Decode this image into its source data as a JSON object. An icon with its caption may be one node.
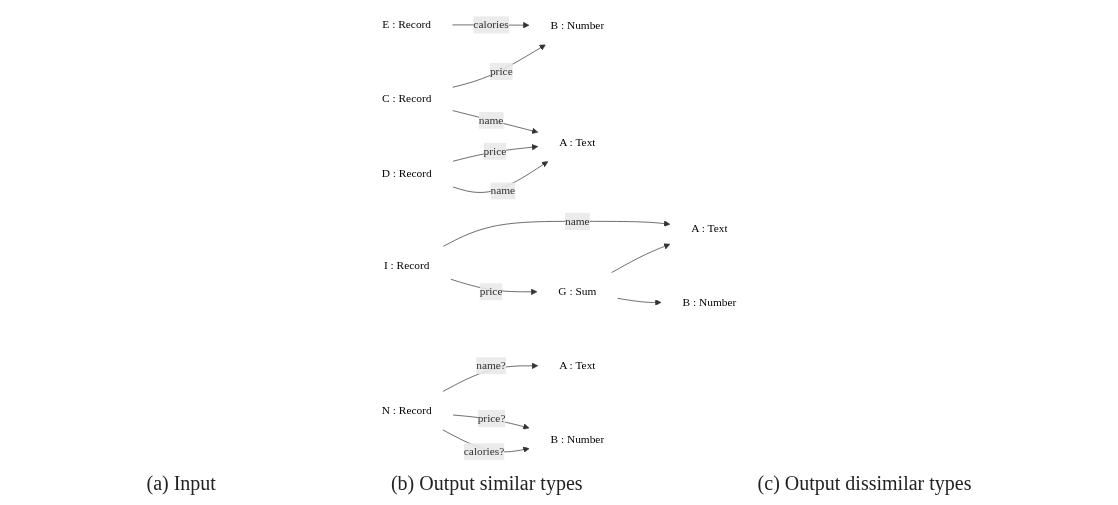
{
  "diagram": {
    "nodes": [
      {
        "text": [
          "E : Record"
        ]
      },
      {
        "text": [
          "B : Number"
        ]
      },
      {
        "text": [
          "C : Record"
        ]
      },
      {
        "text": [
          "A : Text"
        ]
      },
      {
        "text": [
          "D : Record"
        ]
      },
      {
        "text": [
          "A : Text"
        ]
      },
      {
        "text": [
          "I : Record"
        ]
      },
      {
        "text": [
          "G : Sum"
        ]
      },
      {
        "text": [
          "B : Number"
        ]
      },
      {
        "text": [
          "A : Text"
        ]
      },
      {
        "text": [
          "N : Record"
        ]
      },
      {
        "text": [
          "B : Number"
        ]
      }
    ],
    "edges": [
      {
        "from": 0,
        "to": 1,
        "arrow": "to",
        "label": "calories"
      },
      {
        "from": 2,
        "to": 1,
        "arrow": "to",
        "label": "price"
      },
      {
        "from": 2,
        "to": 3,
        "arrow": "to",
        "label": "name"
      },
      {
        "from": 4,
        "to": 3,
        "arrow": "to",
        "label": "price"
      },
      {
        "from": 4,
        "to": 3,
        "arrow": "to",
        "label": "name"
      },
      {
        "from": 6,
        "to": 5,
        "arrow": "to",
        "label": "name"
      },
      {
        "from": 6,
        "to": 7,
        "arrow": "to",
        "label": "price"
      },
      {
        "from": 7,
        "to": 5,
        "arrow": "to"
      },
      {
        "from": 7,
        "to": 8,
        "arrow": "to"
      },
      {
        "from": 10,
        "to": 9,
        "arrow": "to",
        "label": "name?"
      },
      {
        "from": 10,
        "to": 11,
        "arrow": "to",
        "label": "price?"
      },
      {
        "from": 10,
        "to": 11,
        "arrow": "to",
        "label": "calories?"
      }
    ],
    "labels": [
      "(a) Input",
      "(b) Output similar types",
      "(c) Output dissimilar types"
    ]
  }
}
